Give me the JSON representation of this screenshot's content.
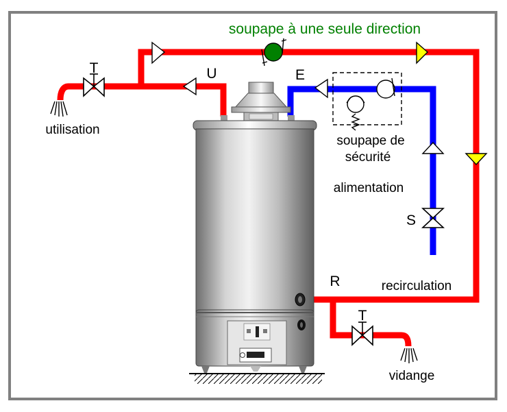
{
  "labels": {
    "check_valve": "soupape à une seule direction",
    "usage": "utilisation",
    "drain": "vidange",
    "safety_valve_line1": "soupape de",
    "safety_valve_line2": "sécurité",
    "supply": "alimentation",
    "recirculation": "recirculation",
    "outlet_letter": "U",
    "inlet_letter": "E",
    "tap_usage_letter": "T",
    "tap_drain_letter": "T",
    "stop_valve_letter": "S",
    "return_letter": "R"
  },
  "colors": {
    "hot_pipe": "#ff0000",
    "cold_pipe": "#0000ff",
    "check_valve": "#008000",
    "check_valve_label": "#008000",
    "flow_arrow_yellow": "#ffff00",
    "frame": "#808080",
    "tank_body": "#a9a9a9"
  }
}
